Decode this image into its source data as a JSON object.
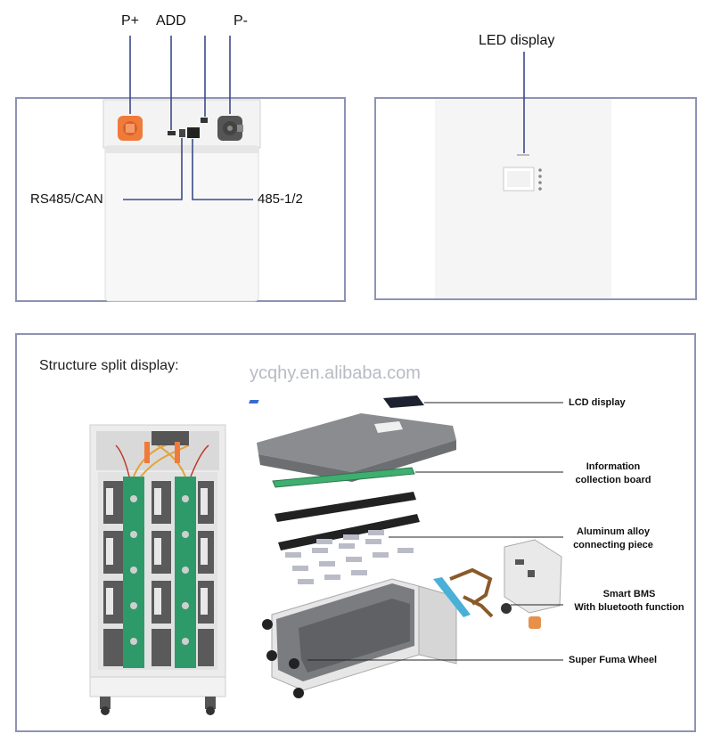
{
  "ports_panel": {
    "labels": {
      "p_plus": "P+",
      "add": "ADD",
      "p_minus": "P-",
      "rs485_can": "RS485/CAN",
      "port_485": "485-1/2"
    }
  },
  "led_panel": {
    "label": "LED display"
  },
  "structure_panel": {
    "title": "Structure split display:",
    "watermark": "ycqhy.en.alibaba.com",
    "components": {
      "lcd": "LCD display",
      "info_board_line1": "Information",
      "info_board_line2": "collection board",
      "aluminum_line1": "Aluminum alloy",
      "aluminum_line2": "connecting piece",
      "bms_line1": "Smart BMS",
      "bms_line2": "With bluetooth function",
      "wheel": "Super Fuma Wheel"
    }
  },
  "colors": {
    "panel_border": "#8e93b5",
    "leader_line": "#3b4a8a",
    "positive_terminal": "#f07a3a",
    "negative_terminal": "#555555",
    "pcb_green": "#2e9a6a",
    "cell_gray": "#5a5a5a"
  }
}
